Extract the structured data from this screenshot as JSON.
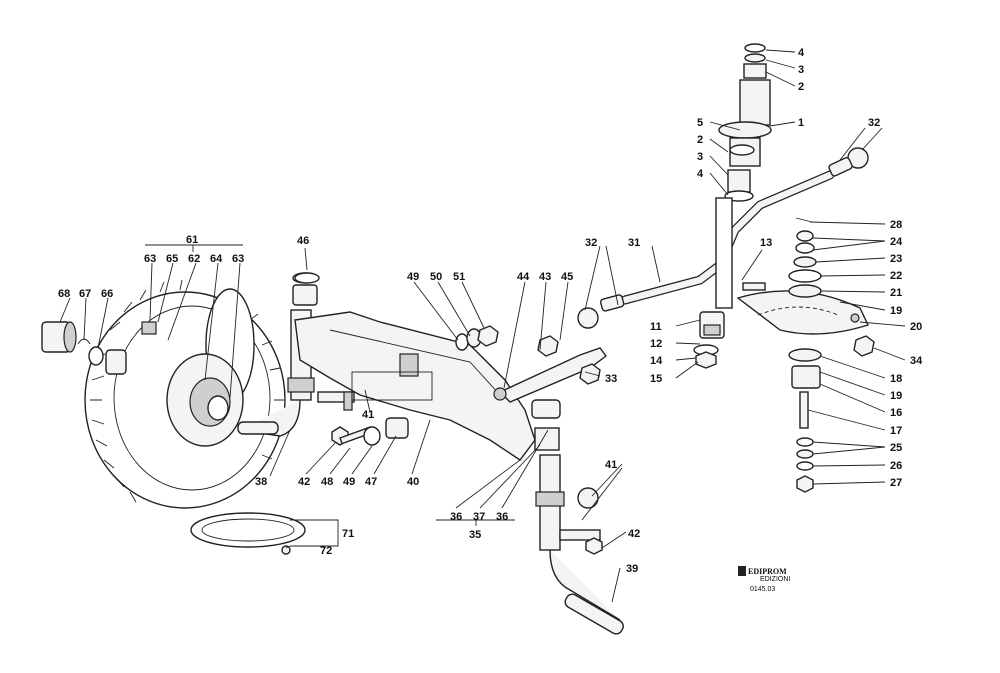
{
  "labels": {
    "l1": "1",
    "l2a": "2",
    "l3a": "3",
    "l4a": "4",
    "l5": "5",
    "l2b": "2",
    "l3b": "3",
    "l4b": "4",
    "l32a": "32",
    "l28": "28",
    "l24": "24",
    "l23": "23",
    "l22": "22",
    "l21": "21",
    "l19a": "19",
    "l20": "20",
    "l34": "34",
    "l18": "18",
    "l19b": "19",
    "l16": "16",
    "l17": "17",
    "l25": "25",
    "l26": "26",
    "l27": "27",
    "l13": "13",
    "l31": "31",
    "l32b": "32",
    "l11": "11",
    "l12": "12",
    "l14": "14",
    "l15": "15",
    "l46": "46",
    "l49a": "49",
    "l50": "50",
    "l51": "51",
    "l44": "44",
    "l43": "43",
    "l45": "45",
    "l33": "33",
    "l61": "61",
    "l63a": "63",
    "l65": "65",
    "l62": "62",
    "l64": "64",
    "l63b": "63",
    "l68": "68",
    "l67": "67",
    "l66": "66",
    "l41a": "41",
    "l38": "38",
    "l42a": "42",
    "l48": "48",
    "l49b": "49",
    "l47": "47",
    "l40": "40",
    "l36a": "36",
    "l37": "37",
    "l36b": "36",
    "l35": "35",
    "l41b": "41",
    "l42b": "42",
    "l39": "39",
    "l71": "71",
    "l72": "72"
  },
  "watermark": {
    "brand": "EDIPROM",
    "sub": "EDIZIONI",
    "code": "0145.03"
  }
}
